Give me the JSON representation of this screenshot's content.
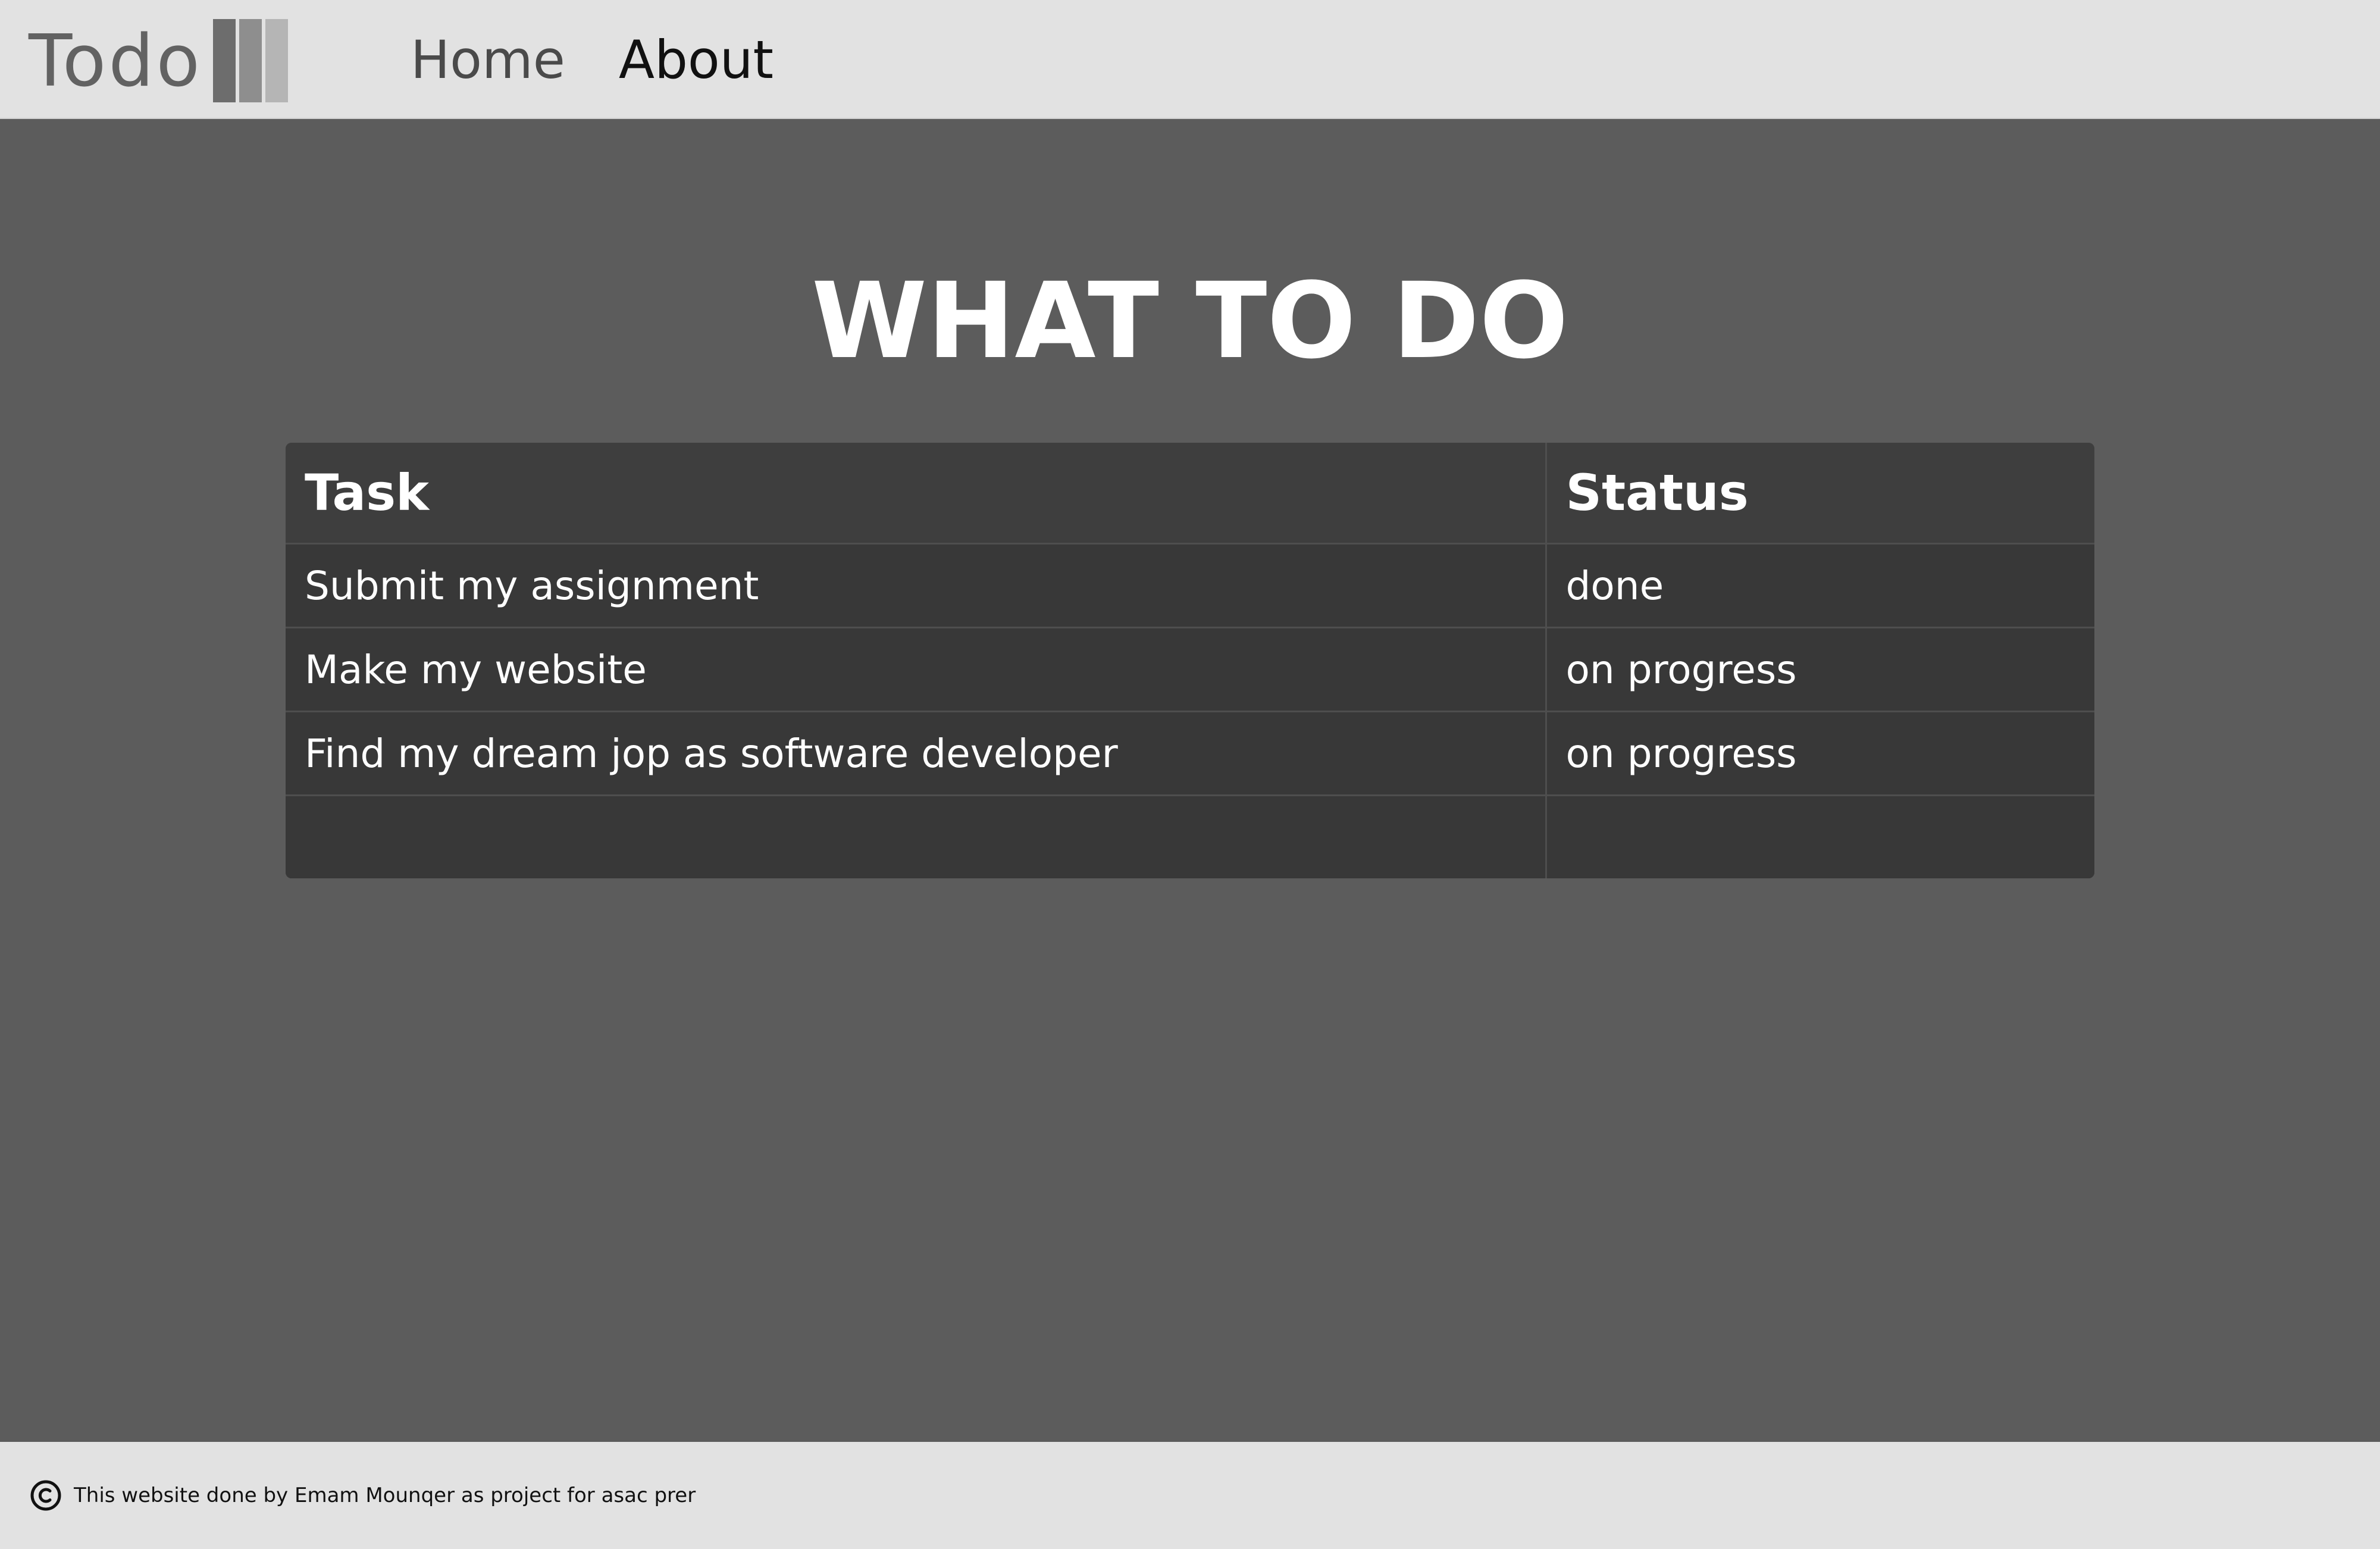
{
  "header": {
    "logo_text": "Todo",
    "nav": {
      "home_label": "Home",
      "about_label": "About"
    }
  },
  "main": {
    "title": "WHAT TO DO",
    "table": {
      "headers": [
        "Task",
        "Status"
      ],
      "rows": [
        [
          "Submit my assignment",
          "done"
        ],
        [
          "Make my website",
          "on progress"
        ],
        [
          "Find my dream jop as software developer",
          "on progress"
        ],
        [
          "",
          ""
        ]
      ]
    }
  },
  "footer": {
    "icon": "copyright-icon",
    "text": "This website done by Emam Mounqer as project for asac prer"
  },
  "colors": {
    "page_background": "#5c5c5c",
    "header_background": "#e2e2e2",
    "table_header_background": "#3e3e3e",
    "table_row_background": "#383838"
  }
}
